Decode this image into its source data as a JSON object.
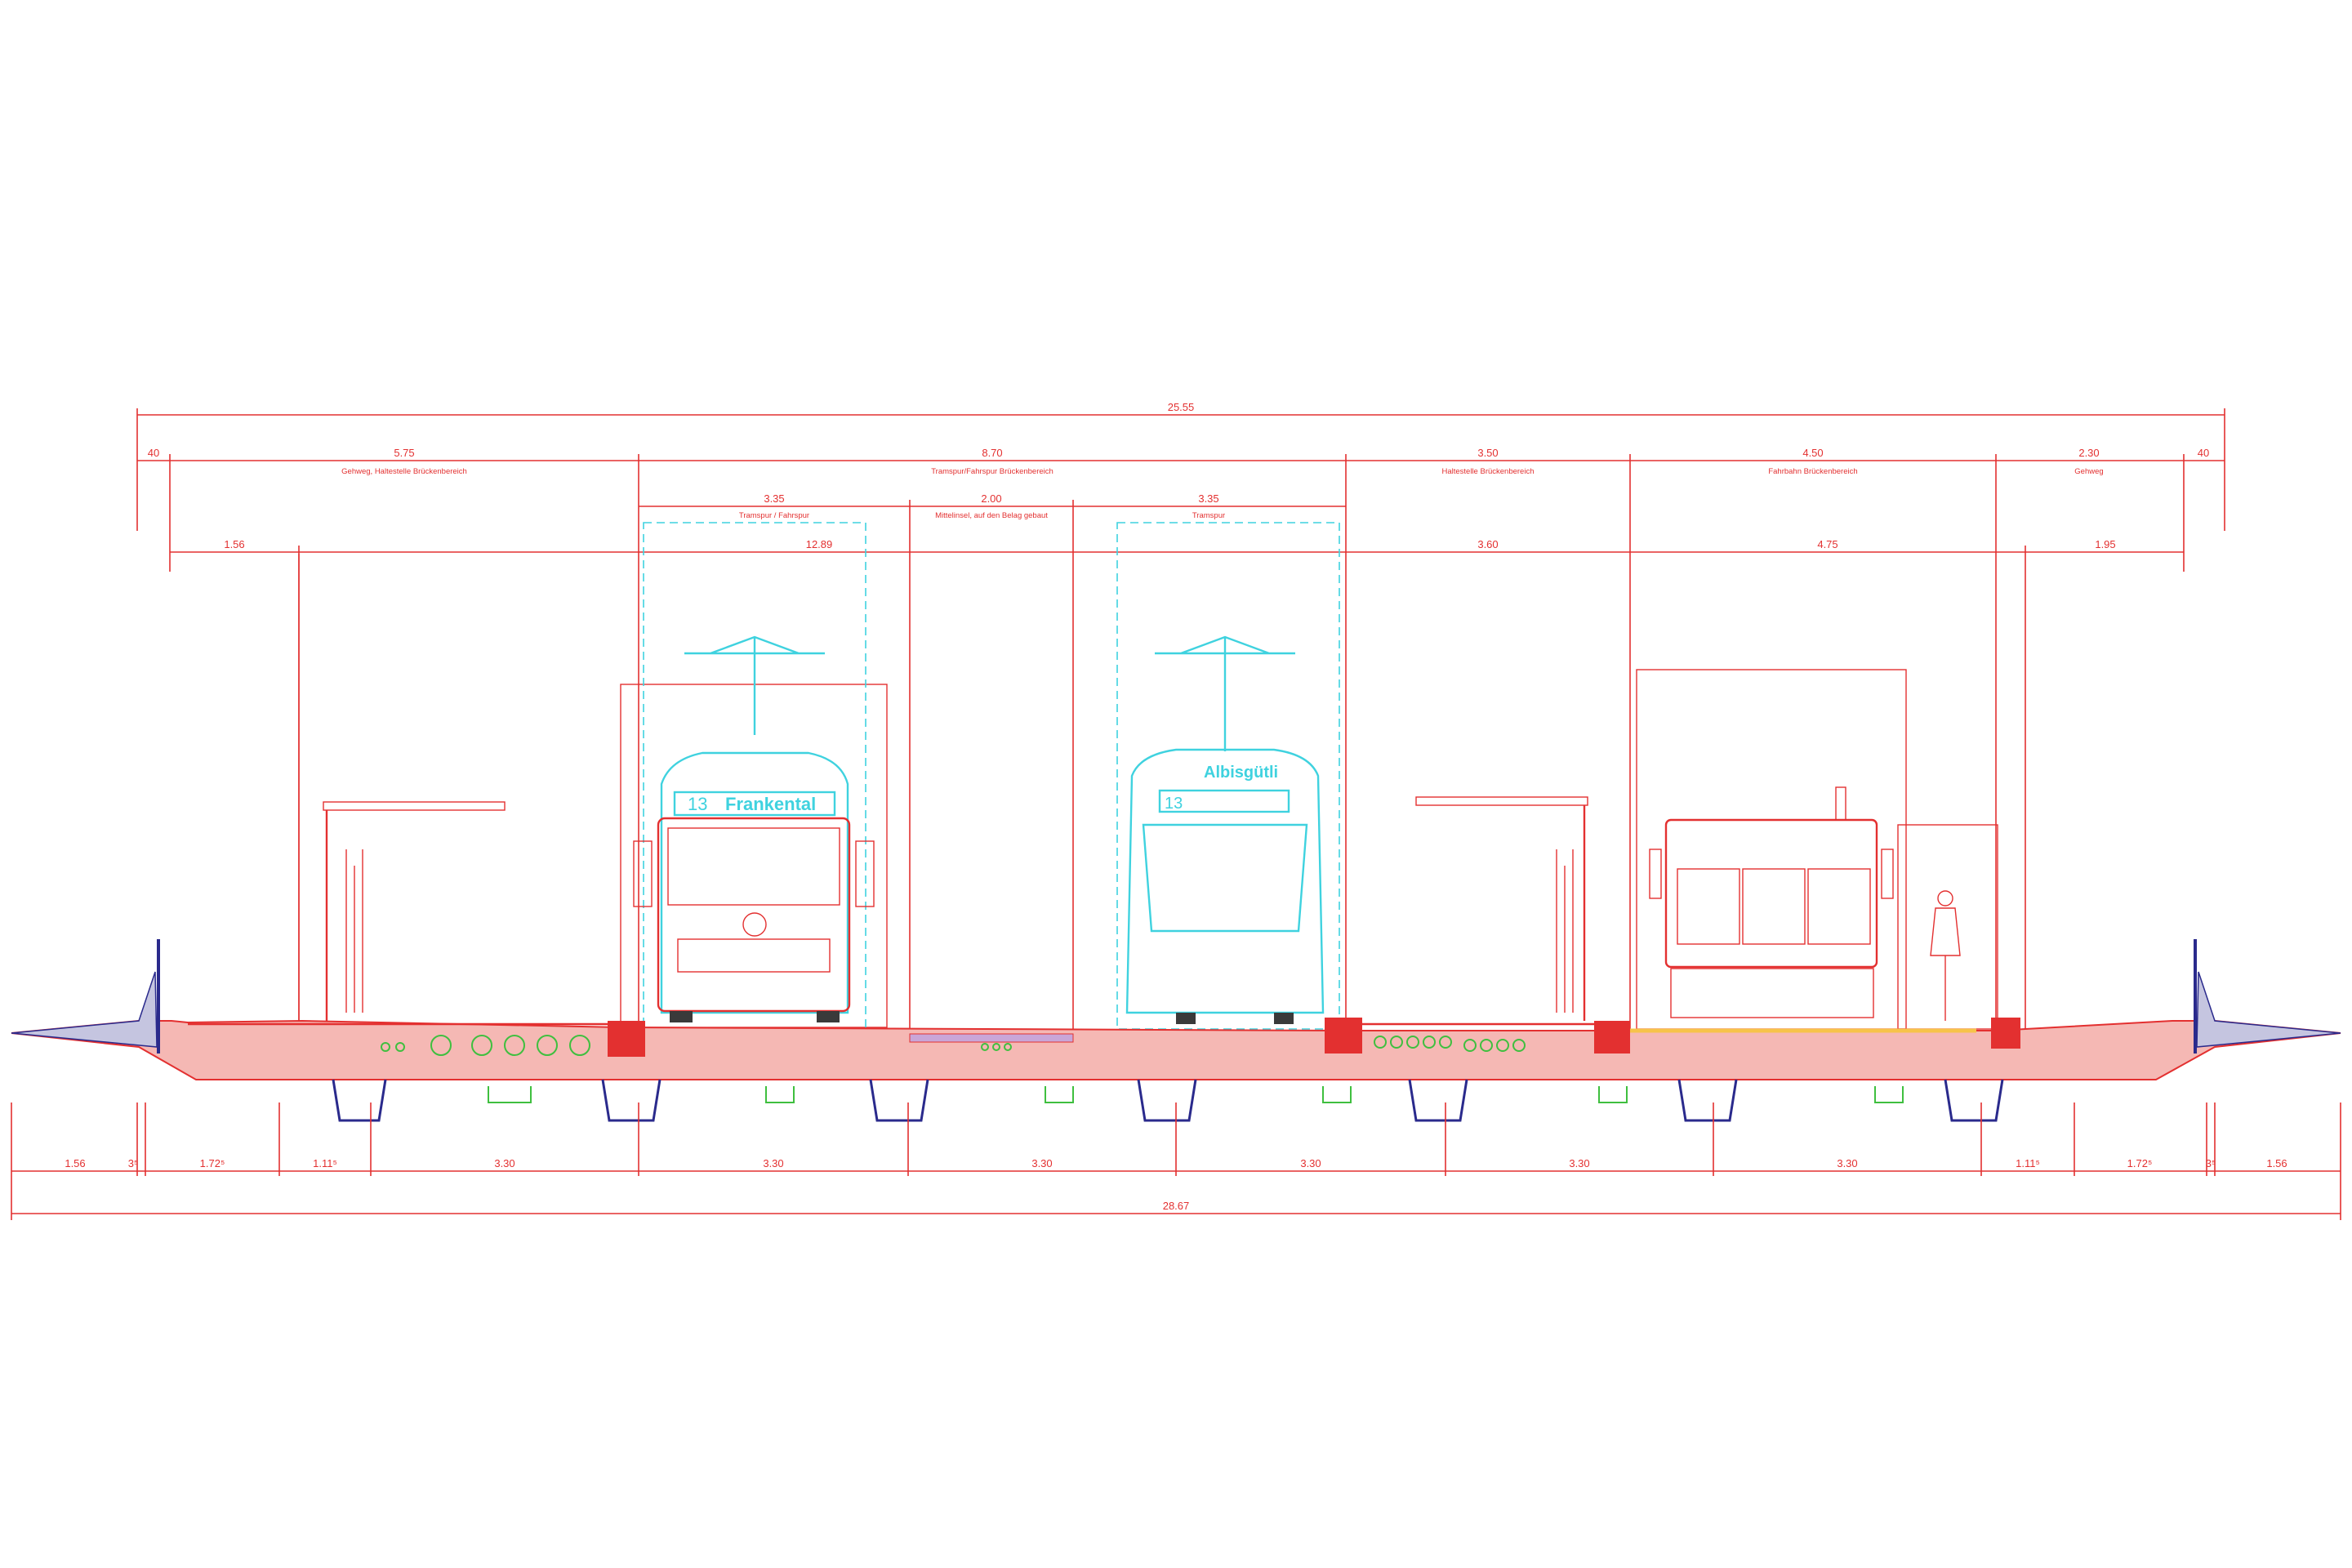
{
  "colors": {
    "dimension": "#e33030",
    "tram_outline": "#3fd2df",
    "deck_fill": "#f5b8b4",
    "girder": "#2a2a8c",
    "drainage": "#3fbf3f"
  },
  "top_dimensions": {
    "total": "25.55",
    "row1": [
      {
        "value": "40",
        "label": ""
      },
      {
        "value": "5.75",
        "label": "Gehweg, Haltestelle Brückenbereich"
      },
      {
        "value": "8.70",
        "label": "Tramspur/Fahrspur Brückenbereich"
      },
      {
        "value": "3.50",
        "label": "Haltestelle Brückenbereich"
      },
      {
        "value": "4.50",
        "label": "Fahrbahn Brückenbereich"
      },
      {
        "value": "2.30",
        "label": "Gehweg"
      },
      {
        "value": "40",
        "label": ""
      }
    ],
    "row2": [
      {
        "value": "3.35",
        "label": "Tramspur / Fahrspur"
      },
      {
        "value": "2.00",
        "label": "Mittelinsel, auf den Belag gebaut"
      },
      {
        "value": "3.35",
        "label": "Tramspur"
      }
    ],
    "row3": [
      "1.56",
      "12.89",
      "3.60",
      "4.75",
      "1.95"
    ]
  },
  "bottom_dimensions": {
    "total": "28.67",
    "segments": [
      "1.56",
      "3⁵",
      "1.72⁵",
      "1.11⁵",
      "3.30",
      "3.30",
      "3.30",
      "3.30",
      "3.30",
      "3.30",
      "1.11⁵",
      "1.72⁵",
      "3⁵",
      "1.56"
    ]
  },
  "vehicles": {
    "tram_left_line": "13",
    "tram_left_destination": "Frankental",
    "tram_right_line": "13",
    "tram_right_destination": "Albisgütli"
  }
}
